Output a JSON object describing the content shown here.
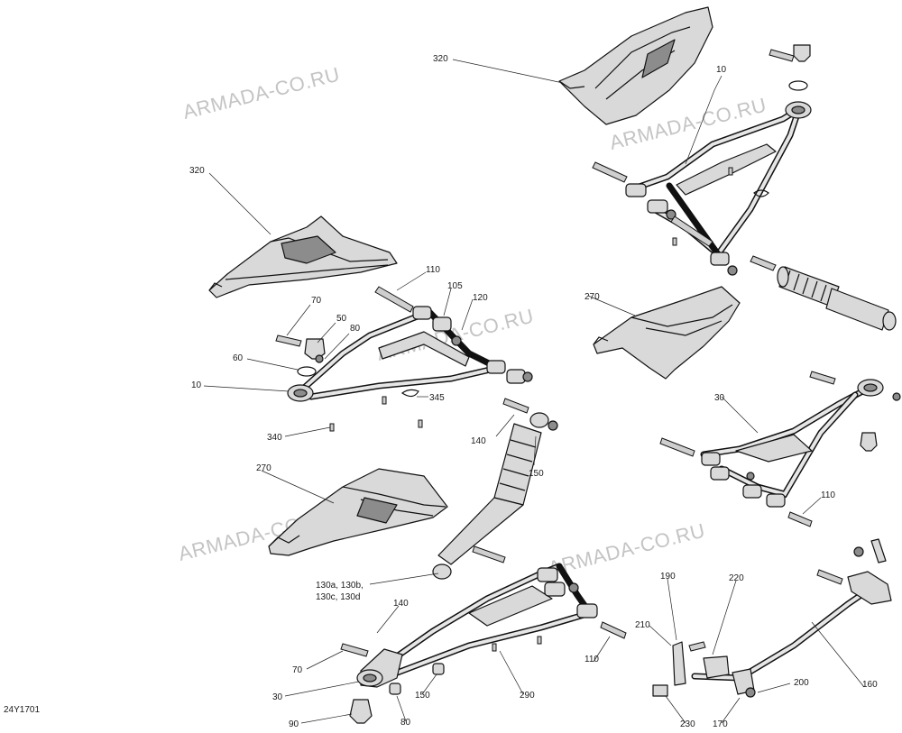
{
  "diagram": {
    "watermark": "ARMADA-CO.RU",
    "figure_code": "24Y1701",
    "callouts": {
      "c320_top": "320",
      "c10_top": "10",
      "c320_left": "320",
      "c110_upper": "110",
      "c105": "105",
      "c120": "120",
      "c70_upper": "70",
      "c50": "50",
      "c80_upper": "80",
      "c60": "60",
      "c10_left": "10",
      "c345": "345",
      "c340": "340",
      "c140_mid": "140",
      "c150_mid": "150",
      "c270_right": "270",
      "c270_left": "270",
      "c30_right": "30",
      "c110_right": "110",
      "c130_line1": "130a, 130b,",
      "c130_line2": "130c, 130d",
      "c140_low": "140",
      "c70_low": "70",
      "c30_low": "30",
      "c150_low": "150",
      "c90": "90",
      "c80_low": "80",
      "c290": "290",
      "c110_low": "110",
      "c190": "190",
      "c220": "220",
      "c210": "210",
      "c200": "200",
      "c160": "160",
      "c230": "230",
      "c170": "170"
    }
  }
}
